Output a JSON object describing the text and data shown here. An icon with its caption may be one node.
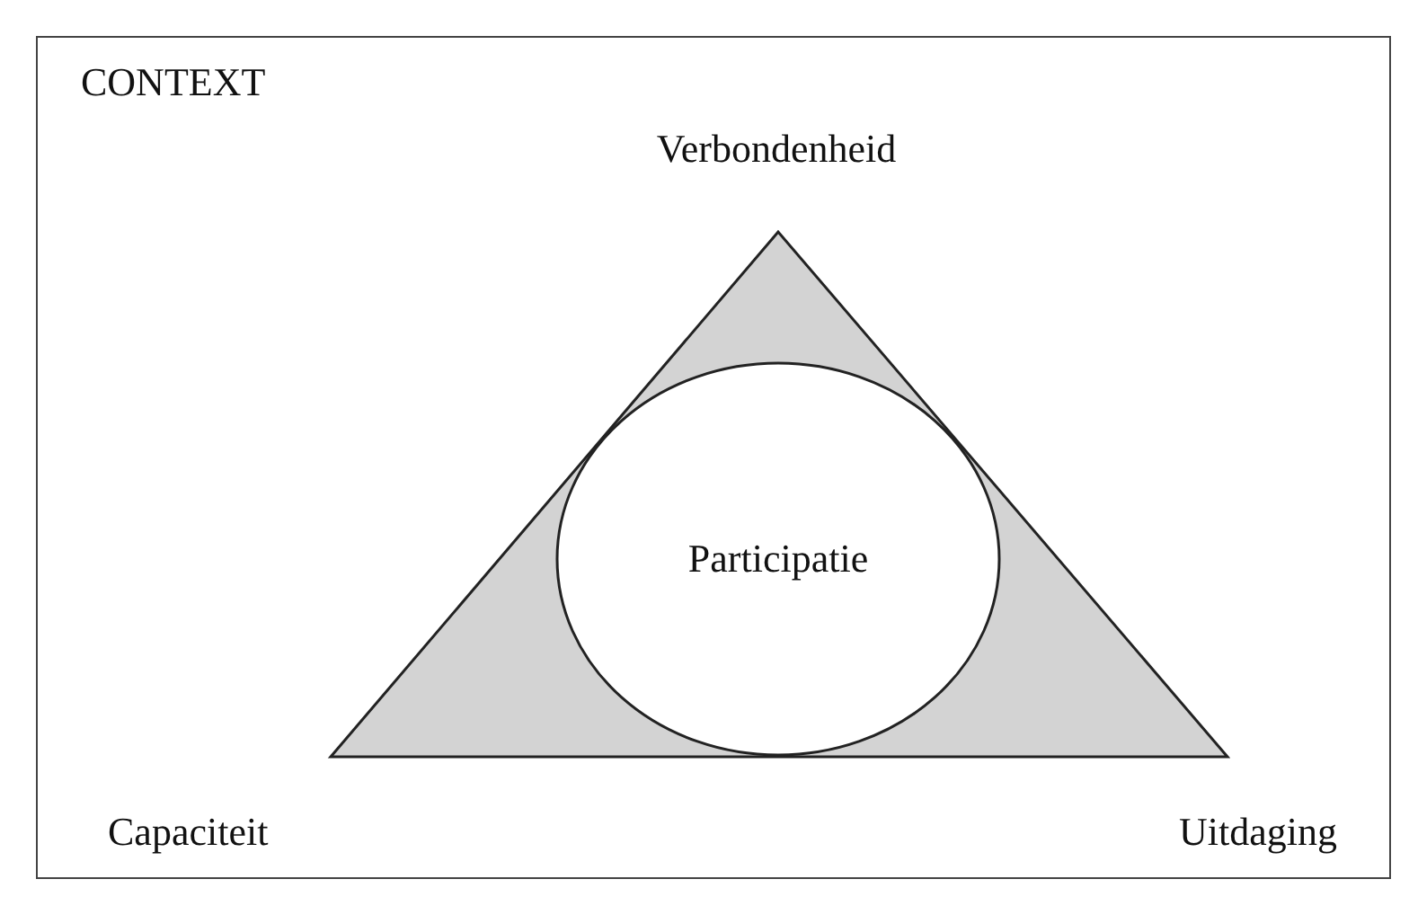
{
  "diagram": {
    "nodes": [
      {
        "text": [
          "CONTEXT"
        ]
      },
      {
        "text": [
          "Participatie"
        ],
        "in": 0
      }
    ],
    "edges": [],
    "labels": [
      "Verbondenheid",
      "Capaciteit",
      "Uitdaging"
    ]
  }
}
